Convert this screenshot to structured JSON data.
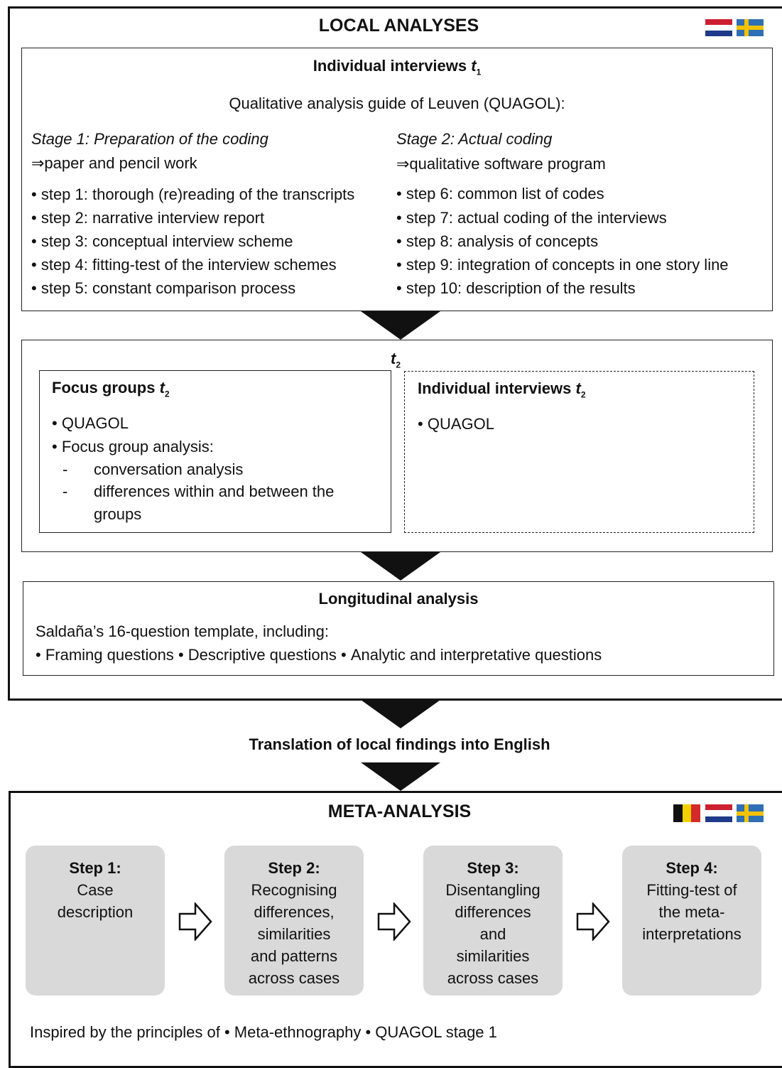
{
  "local": {
    "title": "LOCAL ANALYSES",
    "interviews_t1": {
      "header": "Individual interviews ",
      "sub": "1",
      "subtitle": "Qualitative analysis guide of Leuven (QUAGOL):",
      "stage1": {
        "title": "Stage 1: Preparation of the coding",
        "tool": "⇒paper and pencil work",
        "steps": [
          "step 1: thorough (re)reading of the transcripts",
          "step 2: narrative interview report",
          "step 3: conceptual interview scheme",
          "step 4: fitting-test of the interview schemes",
          "step 5: constant comparison process"
        ]
      },
      "stage2": {
        "title": "Stage 2: Actual coding",
        "tool": "⇒qualitative software program",
        "steps": [
          "step 6: common list of codes",
          "step 7: actual coding of the interviews",
          "step 8: analysis of concepts",
          "step 9: integration of concepts in one story line",
          "step 10: description of the results"
        ]
      }
    },
    "t2": {
      "label": "t",
      "sub": "2",
      "focus": {
        "header": "Focus groups ",
        "sub": "2",
        "item1": "QUAGOL",
        "item2": "Focus group analysis:",
        "dash1": "conversation analysis",
        "dash2a": "differences within and between the",
        "dash2b": "groups"
      },
      "indiv": {
        "header": "Individual interviews ",
        "sub": "2",
        "item1": "QUAGOL"
      }
    },
    "longitudinal": {
      "header": "Longitudinal analysis",
      "line1": "Saldaña’s 16-question template, including:",
      "items": [
        "Framing questions",
        "Descriptive questions",
        "Analytic and interpretative questions"
      ]
    }
  },
  "translation": "Translation of local findings into English",
  "meta": {
    "title": "META-ANALYSIS",
    "steps": [
      {
        "title": "Step 1:",
        "lines": [
          "Case",
          "description"
        ]
      },
      {
        "title": "Step 2:",
        "lines": [
          "Recognising",
          "differences,",
          "similarities",
          "and patterns",
          "across cases"
        ]
      },
      {
        "title": "Step 3:",
        "lines": [
          "Disentangling",
          "differences",
          "and",
          "similarities",
          "across cases"
        ]
      },
      {
        "title": "Step 4:",
        "lines": [
          "Fitting-test of",
          "the meta-",
          "interpretations"
        ]
      }
    ],
    "footer_prefix": "Inspired by the principles of",
    "footer_items": [
      "Meta-ethnography",
      "QUAGOL stage 1"
    ]
  },
  "colors": {
    "nl_red": "#cc2030",
    "nl_blue": "#1f3a8a",
    "se_blue": "#2f6fb3",
    "se_yellow": "#f2c200",
    "be_black": "#111111",
    "be_yellow": "#f2d000",
    "be_red": "#d42a2a",
    "step_fill": "#d9d9d9"
  }
}
